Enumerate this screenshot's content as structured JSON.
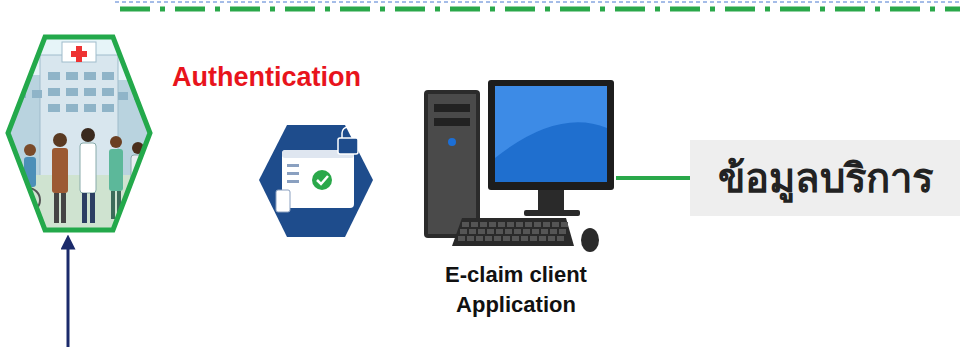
{
  "diagram": {
    "nodes": [
      {
        "text": [
          "E-claim client Application"
        ]
      },
      {
        "text": [
          "ข้อมูลบริการ"
        ]
      }
    ],
    "edges": [
      {
        "from": 0,
        "to": 1,
        "arrow": "none"
      }
    ],
    "labels": [
      "Authentication"
    ]
  }
}
